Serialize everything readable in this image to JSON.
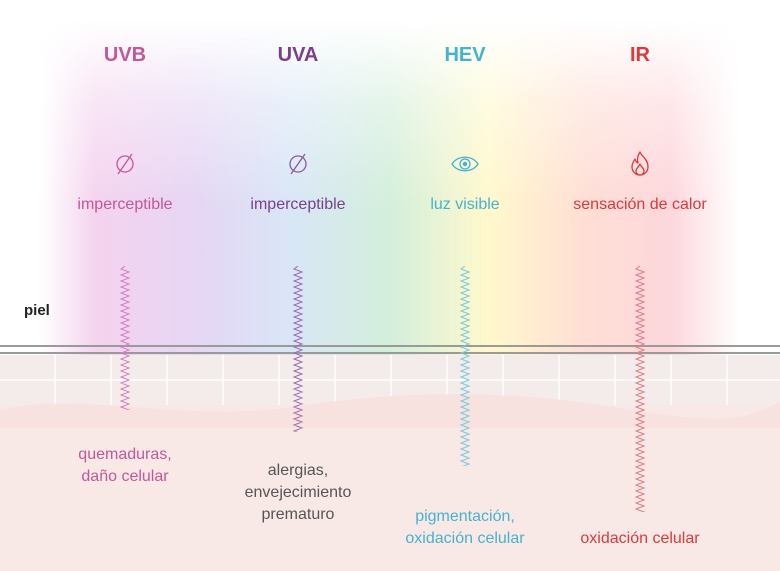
{
  "skin_label": "piel",
  "rays": [
    {
      "name": "UVB",
      "color": "#c0589a",
      "perception": "imperceptible",
      "effect_lines": [
        "quemaduras,",
        "daño celular"
      ],
      "icon": "null-symbol-icon"
    },
    {
      "name": "UVA",
      "color": "#7a3f8c",
      "perception": "imperceptible",
      "effect_lines": [
        "alergias,",
        "envejecimiento",
        "prematuro"
      ],
      "icon": "null-symbol-icon"
    },
    {
      "name": "HEV",
      "color": "#45b2cf",
      "perception": "luz visible",
      "effect_lines": [
        "pigmentación,",
        "oxidación celular"
      ],
      "icon": "eye-icon"
    },
    {
      "name": "IR",
      "color": "#d93a3a",
      "perception": "sensación de calor",
      "effect_lines": [
        "oxidación celular"
      ],
      "icon": "flame-icon"
    }
  ]
}
